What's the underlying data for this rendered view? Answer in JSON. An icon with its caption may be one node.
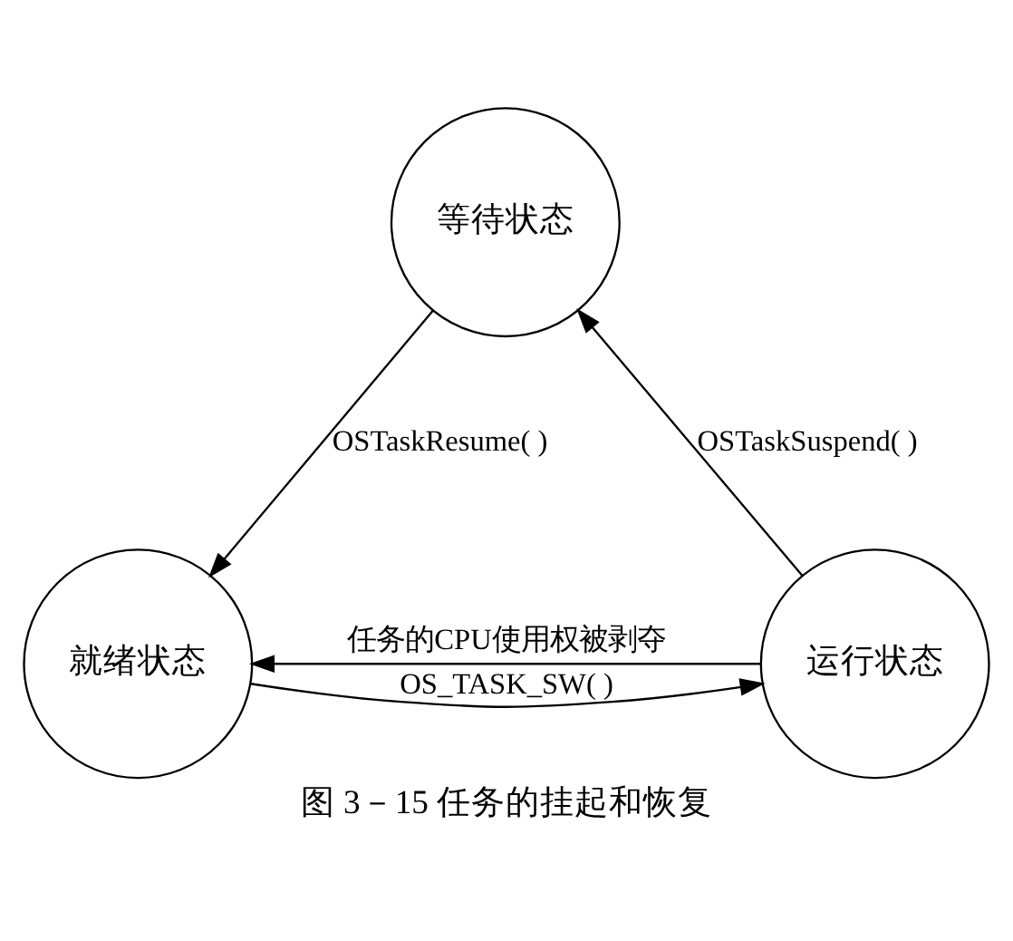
{
  "diagram": {
    "caption": "图 3－15 任务的挂起和恢复",
    "nodes": [
      {
        "text": [
          "等待状态"
        ]
      },
      {
        "text": [
          "就绪状态"
        ]
      },
      {
        "text": [
          "运行状态"
        ]
      }
    ],
    "edges": [
      {
        "from": 0,
        "to": 1,
        "arrow": "to",
        "label": "OSTaskResume( )"
      },
      {
        "from": 2,
        "to": 0,
        "arrow": "to",
        "label": "OSTaskSuspend( )"
      },
      {
        "from": 1,
        "to": 2,
        "arrow": "to",
        "label": "OS_TASK_SW( )"
      },
      {
        "from": 2,
        "to": 1,
        "arrow": "to",
        "label": "任务的CPU使用权被剥夺"
      }
    ]
  }
}
